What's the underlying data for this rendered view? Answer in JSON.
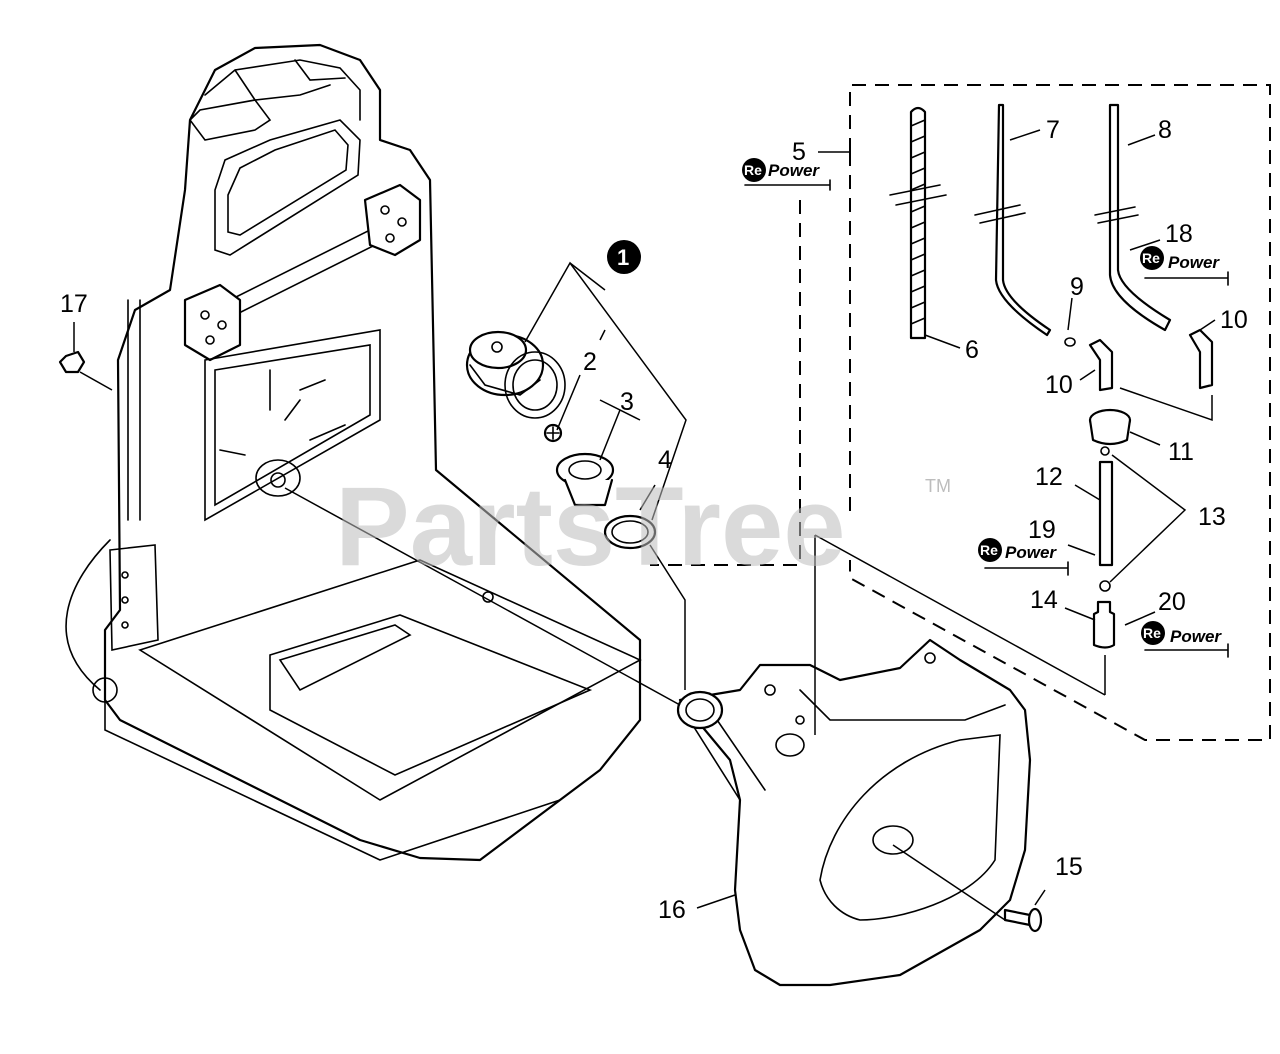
{
  "watermark": {
    "brand": "PartsTree",
    "trademark": "TM"
  },
  "repower": {
    "prefix": "Re",
    "suffix": "Power"
  },
  "callouts": {
    "c1": "1",
    "c2": "2",
    "c3": "3",
    "c4": "4",
    "c5": "5",
    "c6": "6",
    "c7": "7",
    "c8": "8",
    "c9": "9",
    "c10a": "10",
    "c10b": "10",
    "c11": "11",
    "c12": "12",
    "c13": "13",
    "c14": "14",
    "c15": "15",
    "c16": "16",
    "c17": "17",
    "c18": "18",
    "c19": "19",
    "c20": "20"
  },
  "colors": {
    "line": "#000000",
    "watermark": "#bdbdbd",
    "background": "#ffffff"
  }
}
